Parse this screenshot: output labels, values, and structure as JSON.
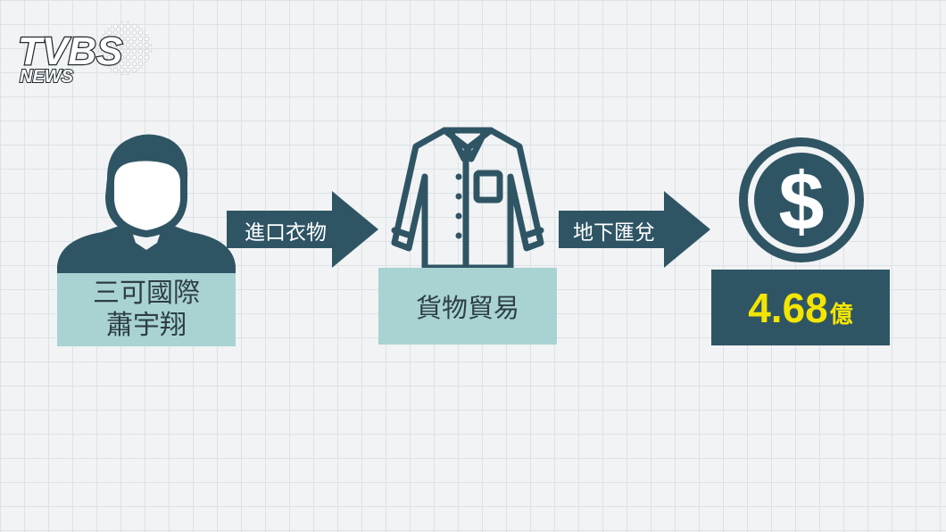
{
  "logo": {
    "text": "TVBS",
    "sub": "NEWS"
  },
  "person": {
    "line1": "三可國際",
    "line2": "蕭宇翔"
  },
  "arrow1": {
    "label": "進口衣物"
  },
  "goods": {
    "label": "貨物貿易"
  },
  "arrow2": {
    "label": "地下匯兌"
  },
  "money": {
    "value": "4.68",
    "unit": "億"
  },
  "colors": {
    "dark": "#2f5565",
    "light": "#a9d3d3",
    "highlight": "#f4e500",
    "text": "#2d3e46"
  },
  "icons": [
    "person-icon",
    "shirt-icon",
    "dollar-coin-icon"
  ]
}
